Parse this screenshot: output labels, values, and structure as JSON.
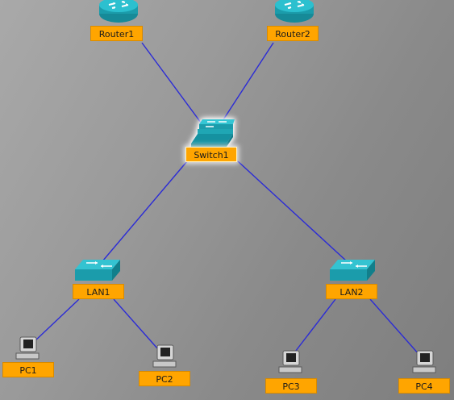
{
  "colors": {
    "link": "#2b2bd6",
    "label_bg": "#ffa500",
    "device_teal": "#1fa6b4"
  },
  "nodes": {
    "router1": {
      "label": "Router1",
      "icon": "router-icon"
    },
    "router2": {
      "label": "Router2",
      "icon": "router-icon"
    },
    "switch1": {
      "label": "Switch1",
      "icon": "stacked-switch-icon",
      "selected": true
    },
    "lan1": {
      "label": "LAN1",
      "icon": "switch-icon"
    },
    "lan2": {
      "label": "LAN2",
      "icon": "switch-icon"
    },
    "pc1": {
      "label": "PC1",
      "icon": "pc-icon"
    },
    "pc2": {
      "label": "PC2",
      "icon": "pc-icon"
    },
    "pc3": {
      "label": "PC3",
      "icon": "pc-icon"
    },
    "pc4": {
      "label": "PC4",
      "icon": "pc-icon"
    }
  },
  "links": [
    [
      "router1",
      "switch1"
    ],
    [
      "router2",
      "switch1"
    ],
    [
      "switch1",
      "lan1"
    ],
    [
      "switch1",
      "lan2"
    ],
    [
      "lan1",
      "pc1"
    ],
    [
      "lan1",
      "pc2"
    ],
    [
      "lan2",
      "pc3"
    ],
    [
      "lan2",
      "pc4"
    ]
  ]
}
